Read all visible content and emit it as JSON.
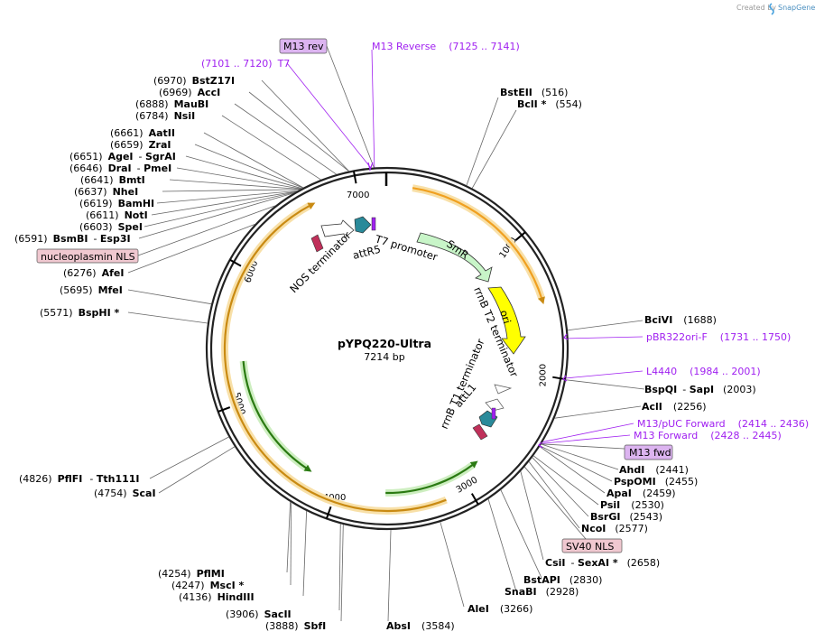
{
  "credit": "Created by",
  "brand": "SnapGene",
  "plasmid": {
    "name": "pYPQ220-Ultra",
    "size": "7214 bp"
  },
  "ticks": [
    "1000",
    "2000",
    "3000",
    "4000",
    "5000",
    "6000",
    "7000"
  ],
  "enzymes": [
    {
      "pos": "(516)",
      "name": "BstEII"
    },
    {
      "pos": "(554)",
      "name": "BclI *"
    },
    {
      "pos": "(1688)",
      "name": "BciVI"
    },
    {
      "pos": "(2003)",
      "name": "BspQI",
      "name2": "SapI"
    },
    {
      "pos": "(2256)",
      "name": "AclI"
    },
    {
      "pos": "(2441)",
      "name": "AhdI"
    },
    {
      "pos": "(2455)",
      "name": "PspOMI"
    },
    {
      "pos": "(2459)",
      "name": "ApaI"
    },
    {
      "pos": "(2530)",
      "name": "PsiI"
    },
    {
      "pos": "(2543)",
      "name": "BsrGI"
    },
    {
      "pos": "(2577)",
      "name": "NcoI"
    },
    {
      "pos": "(2658)",
      "name": "CsiI",
      "name2": "SexAI *"
    },
    {
      "pos": "(2830)",
      "name": "BstAPI"
    },
    {
      "pos": "(2928)",
      "name": "SnaBI"
    },
    {
      "pos": "(3266)",
      "name": "AleI"
    },
    {
      "pos": "(3584)",
      "name": "AbsI"
    },
    {
      "pos": "(3888)",
      "name": "SbfI"
    },
    {
      "pos": "(3906)",
      "name": "SacII"
    },
    {
      "pos": "(4136)",
      "name": "HindIII"
    },
    {
      "pos": "(4247)",
      "name": "MscI *"
    },
    {
      "pos": "(4254)",
      "name": "PflMI"
    },
    {
      "pos": "(4754)",
      "name": "ScaI"
    },
    {
      "pos": "(4826)",
      "name": "PflFI",
      "name2": "Tth111I"
    },
    {
      "pos": "(5571)",
      "name": "BspHI *"
    },
    {
      "pos": "(5695)",
      "name": "MfeI"
    },
    {
      "pos": "(6276)",
      "name": "AfeI"
    },
    {
      "pos": "(6591)",
      "name": "BsmBI",
      "name2": "Esp3I"
    },
    {
      "pos": "(6603)",
      "name": "SpeI"
    },
    {
      "pos": "(6611)",
      "name": "NotI"
    },
    {
      "pos": "(6619)",
      "name": "BamHI"
    },
    {
      "pos": "(6637)",
      "name": "NheI"
    },
    {
      "pos": "(6641)",
      "name": "BmtI"
    },
    {
      "pos": "(6646)",
      "name": "DraI",
      "name2": "PmeI"
    },
    {
      "pos": "(6651)",
      "name": "AgeI",
      "name2": "SgrAI"
    },
    {
      "pos": "(6659)",
      "name": "ZraI"
    },
    {
      "pos": "(6661)",
      "name": "AatII"
    },
    {
      "pos": "(6784)",
      "name": "NsiI"
    },
    {
      "pos": "(6888)",
      "name": "MauBI"
    },
    {
      "pos": "(6969)",
      "name": "AccI"
    },
    {
      "pos": "(6970)",
      "name": "BstZ17I"
    }
  ],
  "primers": [
    {
      "name": "M13 Reverse",
      "range": "(7125 .. 7141)"
    },
    {
      "name": "T7",
      "range": "(7101 .. 7120)"
    },
    {
      "name": "pBR322ori-F",
      "range": "(1731 .. 1750)"
    },
    {
      "name": "L4440",
      "range": "(1984 .. 2001)"
    },
    {
      "name": "M13/pUC Forward",
      "range": "(2414 .. 2436)"
    },
    {
      "name": "M13 Forward",
      "range": "(2428 .. 2445)"
    }
  ],
  "boxed": {
    "m13rev": "M13 rev",
    "m13fwd": "M13 fwd",
    "nucleoplasmin": "nucleoplasmin NLS",
    "sv40": "SV40 NLS"
  },
  "features": {
    "smr": "SmR",
    "ori": "ori",
    "t7promoter": "T7 promoter",
    "rrnb_t2": "rrnB T2 terminator",
    "rrnb_t1": "rrnB T1 terminator",
    "attl1": "attL1",
    "attr5": "attR5",
    "nos": "NOS terminator"
  },
  "colors": {
    "backbone": "#222222",
    "orange_arc": "#f0a020",
    "green_arc": "#44aa22",
    "smr": "#c8f5c8",
    "ori": "#ffff00",
    "primer": "#a020f0",
    "box_pink": "#f0c8d0",
    "box_purple": "#dcb4f0",
    "att_teal": "#2a8a9a",
    "nls_red": "#c0305a"
  }
}
